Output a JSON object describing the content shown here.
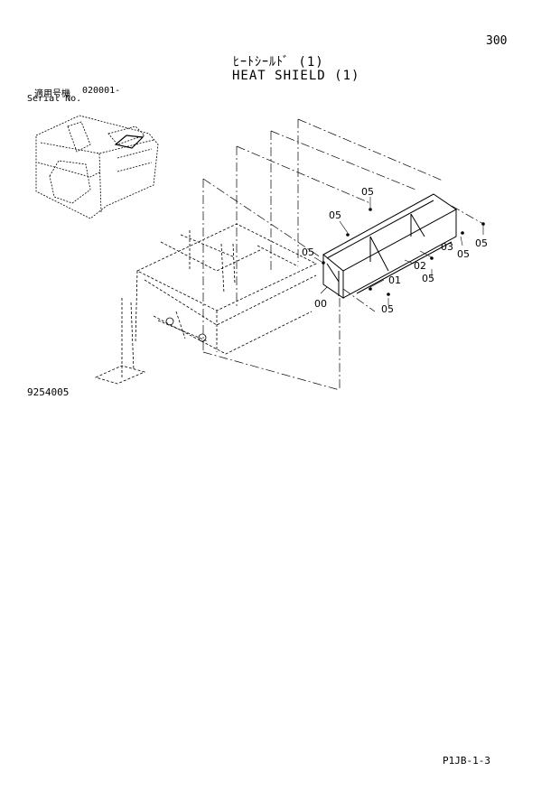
{
  "header": {
    "page_number": "300",
    "title_jp": "ﾋｰﾄｼｰﾙﾄﾞ (1)",
    "title_en": "HEAT SHIELD (1)"
  },
  "serial": {
    "label_jp": "適用号機",
    "label_en": "Serial No.",
    "value": "020001-"
  },
  "diagram": {
    "part_labels": [
      "05",
      "05",
      "05",
      "05",
      "05",
      "05",
      "05",
      "03",
      "02",
      "01",
      "00"
    ]
  },
  "footer": {
    "drawing_number": "9254005",
    "sheet_code": "P1JB-1-3"
  }
}
